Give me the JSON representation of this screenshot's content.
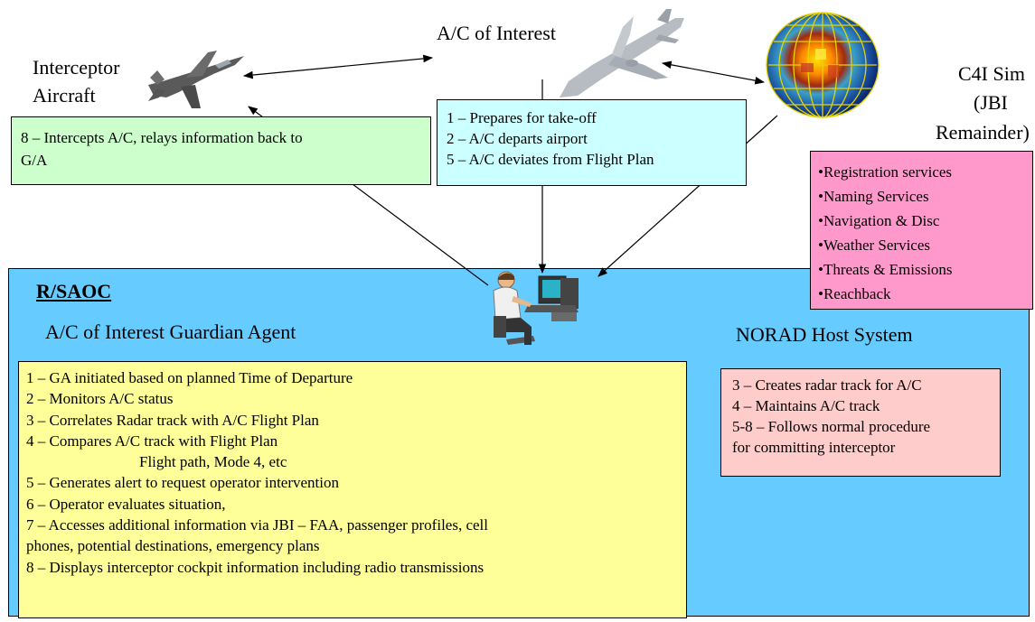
{
  "aircraft": {
    "interceptor_line1": "Interceptor",
    "interceptor_line2": "Aircraft",
    "interest": "A/C of Interest"
  },
  "c4i": {
    "line1": "C4I Sim",
    "line2": "(JBI",
    "line3": "Remainder)"
  },
  "interceptor_box": {
    "line1": "8 – Intercepts A/C, relays information back to",
    "line2": "G/A"
  },
  "flight_box": {
    "lines": [
      "1 – Prepares for take-off",
      "2 – A/C departs airport",
      "5 – A/C deviates from Flight Plan"
    ]
  },
  "services_box": {
    "items": [
      "•Registration services",
      "•Naming Services",
      "•Navigation & Disc",
      "•Weather Services",
      "•Threats & Emissions",
      "•Reachback"
    ]
  },
  "rsaoc": {
    "title": "R/SAOC",
    "ga_title": "A/C of Interest Guardian Agent",
    "host_title": "NORAD Host System"
  },
  "ga_box": {
    "lines": [
      "1 – GA initiated based on planned Time of Departure",
      "2 – Monitors A/C status",
      "3 – Correlates Radar track with A/C Flight Plan",
      "4 – Compares A/C track with Flight Plan",
      "Flight path, Mode 4, etc",
      "5 – Generates alert to request operator intervention",
      "6 – Operator evaluates situation,",
      "7 – Accesses additional information via JBI – FAA, passenger profiles, cell",
      "phones, potential destinations, emergency plans",
      "8 – Displays interceptor cockpit information including radio transmissions"
    ]
  },
  "norad_box": {
    "lines": [
      "3 – Creates radar track for A/C",
      "4 – Maintains A/C track",
      "5-8 – Follows normal procedure",
      "for committing interceptor"
    ]
  },
  "colors": {
    "rsaoc_panel": "#66CCFF",
    "ga_box": "#FFFF99",
    "norad_box": "#FFCCCC",
    "flight_box": "#CCFFFF",
    "interceptor_box": "#CCFFCC",
    "services_box": "#FF99CC"
  },
  "icons": [
    "fighter-jet-icon",
    "airliner-icon",
    "globe-icon",
    "operator-workstation-icon"
  ]
}
